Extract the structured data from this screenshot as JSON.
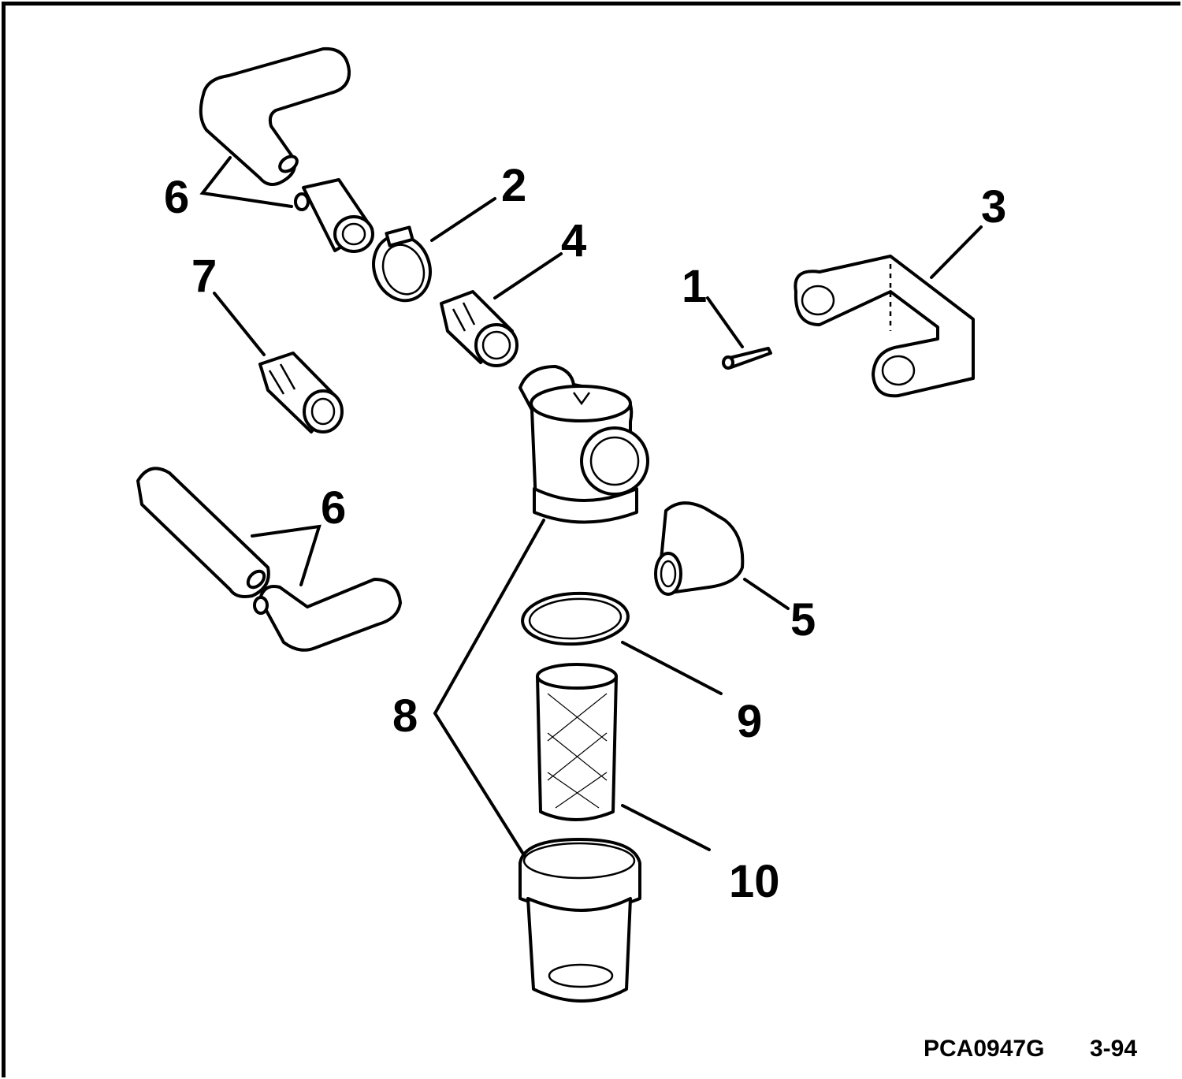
{
  "figure_code": "PCA0947G",
  "figure_date": "3-94",
  "callouts": {
    "c1": "1",
    "c2": "2",
    "c3": "3",
    "c4": "4",
    "c5": "5",
    "c6a": "6",
    "c6b": "6",
    "c7": "7",
    "c8": "8",
    "c9": "9",
    "c10": "10"
  }
}
